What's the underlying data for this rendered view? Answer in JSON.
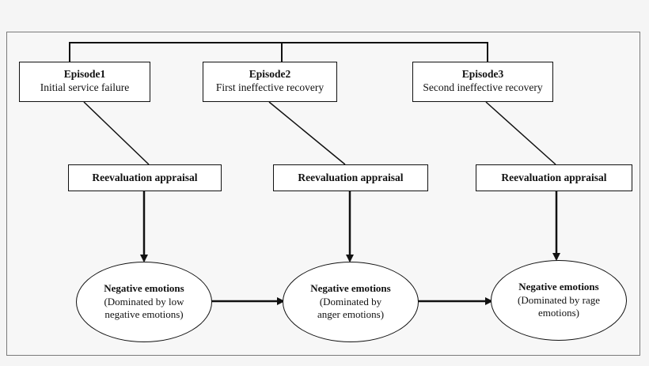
{
  "episodes": [
    {
      "title": "Episode1",
      "description": "Initial service failure"
    },
    {
      "title": "Episode2",
      "description": "First ineffective recovery"
    },
    {
      "title": "Episode3",
      "description": "Second ineffective recovery"
    }
  ],
  "appraisals": [
    {
      "label": "Reevaluation appraisal"
    },
    {
      "label": "Reevaluation appraisal"
    },
    {
      "label": "Reevaluation appraisal"
    }
  ],
  "emotions": [
    {
      "title": "Negative emotions",
      "description": "(Dominated by low\nnegative emotions)"
    },
    {
      "title": "Negative emotions",
      "description": "(Dominated by\nanger emotions)"
    },
    {
      "title": "Negative emotions",
      "description": "(Dominated by rage\nemotions)"
    }
  ]
}
